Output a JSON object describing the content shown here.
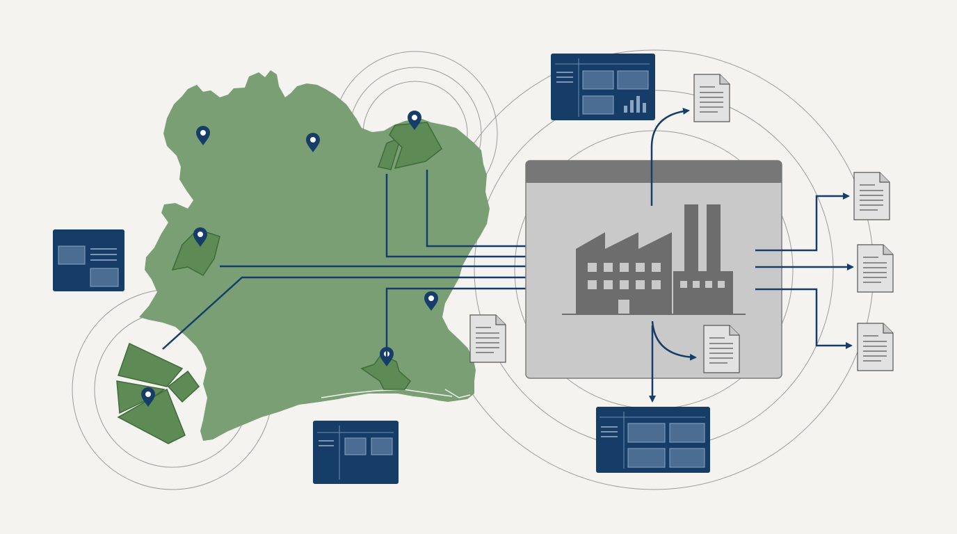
{
  "diagram": {
    "colors": {
      "background": "#f4f3ef",
      "map_fill": "#7a9f75",
      "plot_fill": "#5e8a55",
      "plot_stroke": "#3f6a3a",
      "navy": "#163d68",
      "navy_panel": "#4b6d93",
      "factory": "#6d6d6d",
      "window_frame": "#c9c9c9",
      "window_title": "#777777",
      "document_fill": "#e2e2e2",
      "document_stroke": "#555555",
      "orbit_line": "#9a9a9a"
    },
    "icons": [
      "map-of-region",
      "location-pin-icon",
      "farm-plot-cluster",
      "dashboard-panel-icon",
      "factory-icon",
      "document-icon",
      "flow-arrow"
    ]
  }
}
